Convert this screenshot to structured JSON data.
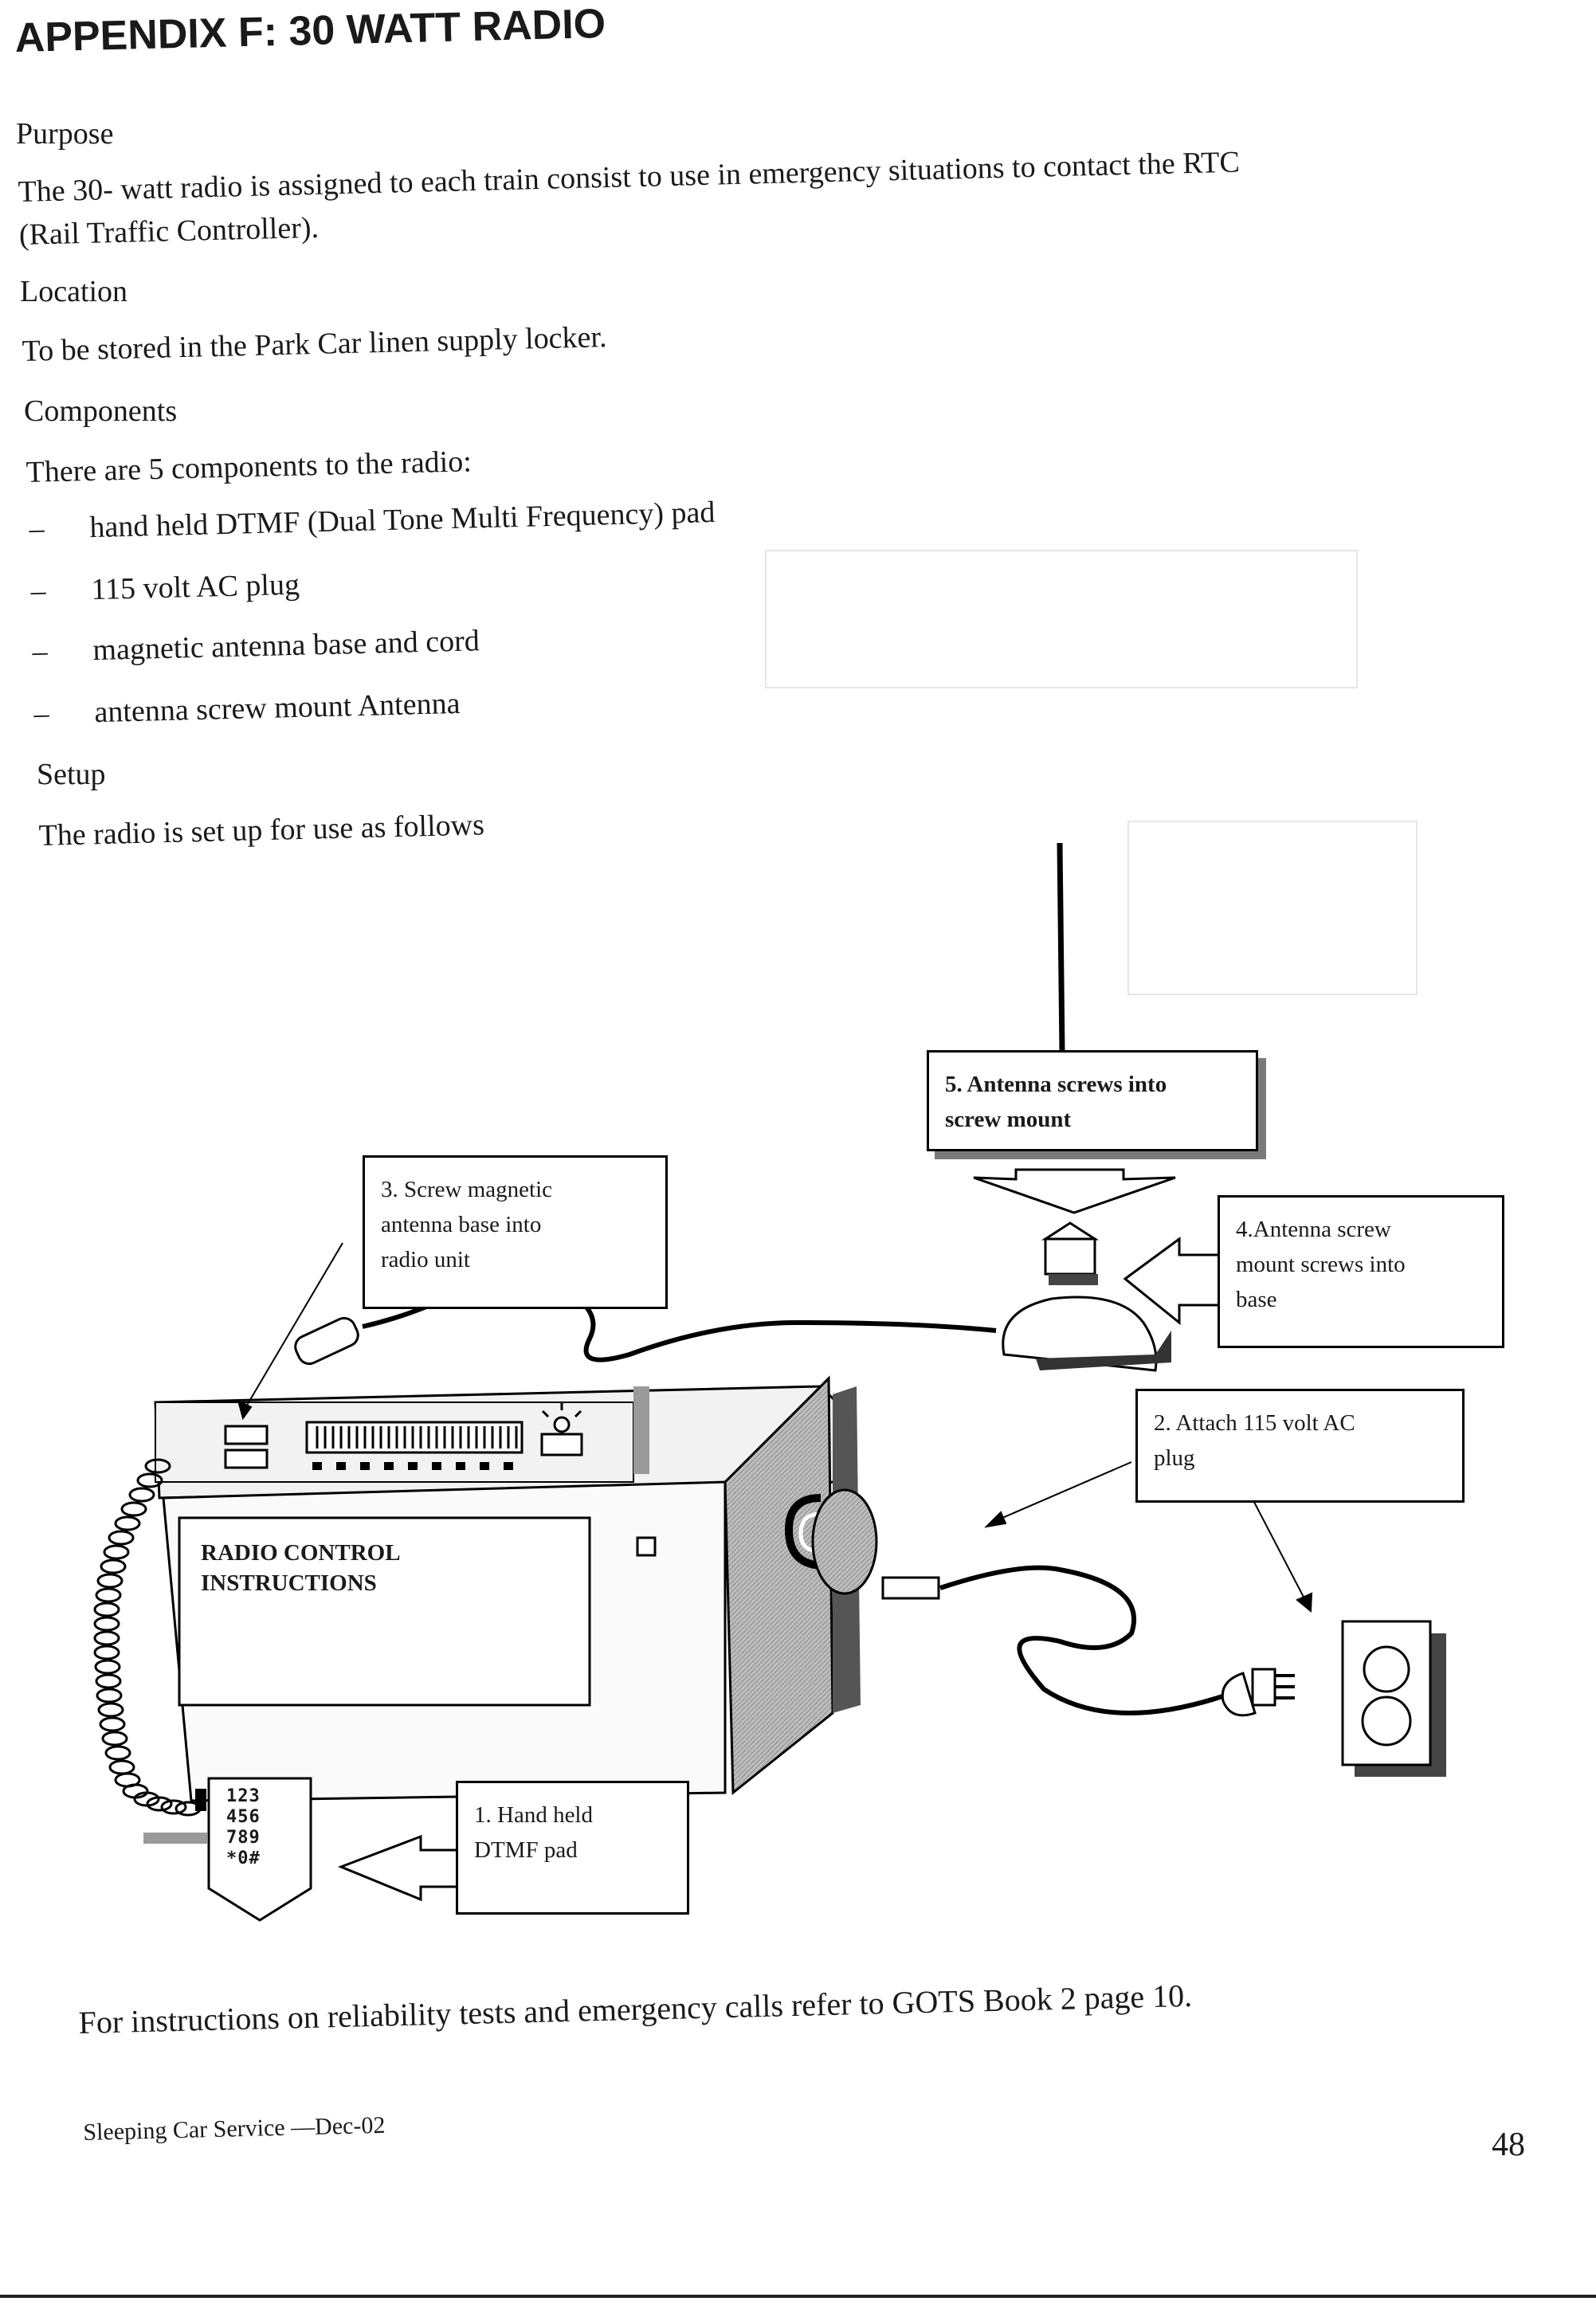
{
  "title": "APPENDIX F: 30 WATT RADIO",
  "sections": {
    "purpose": {
      "heading": "Purpose",
      "text_line1": "The 30- watt radio is assigned to each train consist to use in emergency situations to contact the RTC",
      "text_line2": "(Rail Traffic Controller)."
    },
    "location": {
      "heading": "Location",
      "text": "To be stored in the Park Car linen supply locker."
    },
    "components": {
      "heading": "Components",
      "intro": "There are 5 components to the radio:",
      "bullet_char": "–",
      "items": [
        "hand held DTMF (Dual Tone Multi Frequency) pad",
        "115 volt AC plug",
        "magnetic antenna base and cord",
        "antenna screw mount Antenna"
      ]
    },
    "setup": {
      "heading": "Setup",
      "text": "The radio is set up for use as follows"
    }
  },
  "diagram": {
    "panel_line1": "RADIO CONTROL",
    "panel_line2": "INSTRUCTIONS",
    "keypad_row1": "123",
    "keypad_row2": "456",
    "keypad_row3": "789",
    "keypad_row4": "*0#",
    "callouts": {
      "step1_line1": "1. Hand held",
      "step1_line2": "DTMF pad",
      "step2_line1": "2. Attach 115 volt AC",
      "step2_line2": "plug",
      "step3_line1": "3. Screw magnetic",
      "step3_line2": "antenna base into",
      "step3_line3": "radio unit",
      "step4_line1": "4.Antenna screw",
      "step4_line2": "mount screws into",
      "step4_line3": "base",
      "step5_line1": "5. Antenna screws into",
      "step5_line2": "screw mount"
    }
  },
  "reference_note": "For instructions on reliability tests and emergency calls refer to GOTS Book 2 page 10.",
  "footer": {
    "left": "Sleeping Car Service —Dec-02",
    "page_number": "48"
  }
}
